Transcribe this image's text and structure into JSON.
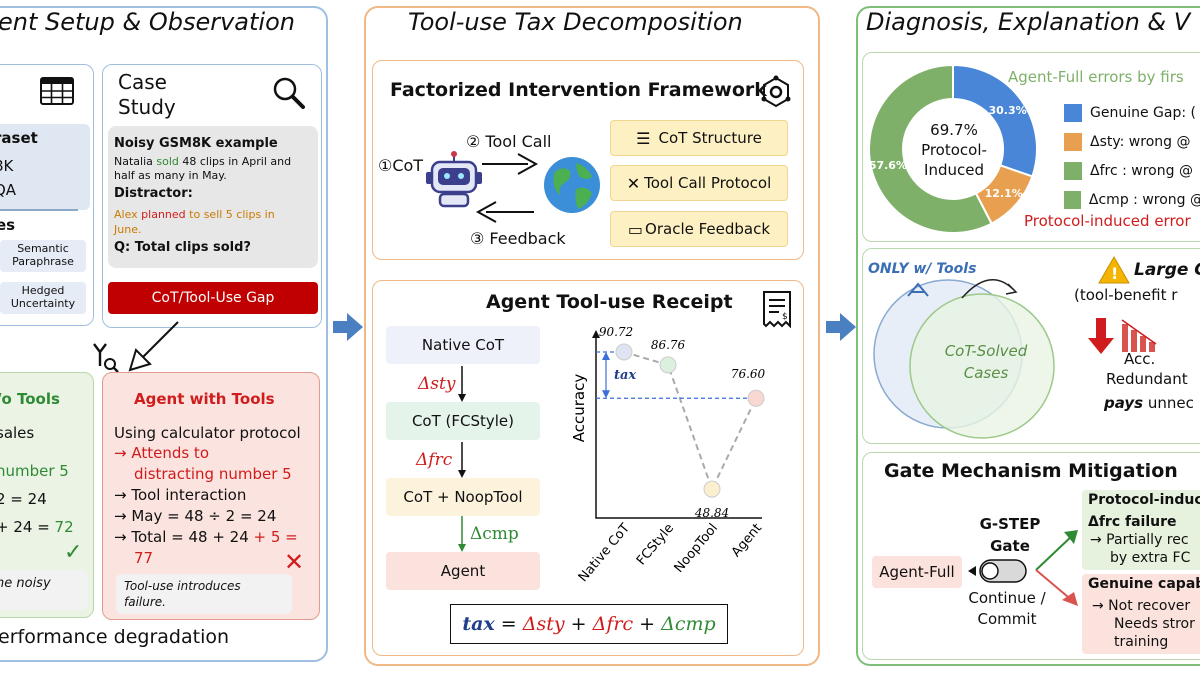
{
  "left": {
    "title": "ent Setup & Observation",
    "dataset": {
      "label": "raset",
      "item1": "8K",
      "item2": "QA",
      "types_label": "es",
      "type1": "Semantic\nParaphrase",
      "type2": "Hedged\nUncertainty"
    },
    "case": {
      "title": "Case\nStudy",
      "heading": "Noisy GSM8K example",
      "text_a": "Natalia ",
      "text_sold": "sold",
      "text_b": " 48 clips in April and half as many in May.",
      "distractor_label": "Distractor:",
      "distractor_pre": "Alex ",
      "distractor_planned": "planned",
      "distractor_post": " to sell 5 clips in June.",
      "question": "Q: Total clips sold?",
      "gap_label": "CoT/Tool-Use Gap"
    },
    "no_tools": {
      "title": "/o Tools",
      "line1": "sales",
      "line2": "number 5",
      "line3": "2 = 24",
      "line4_pre": "+ 24 = ",
      "line4_val": "72",
      "note": "he noisy",
      "check": "✓"
    },
    "with_tools": {
      "title": "Agent with Tools",
      "line1": "Using calculator protocol",
      "line2": "→ Attends to",
      "line3": "distracting number 5",
      "line4": "→ Tool interaction",
      "line5": "→ May = 48 ÷ 2 = 24",
      "line6_pre": "→ Total = 48 + 24 ",
      "line6_red": "+ 5 =",
      "line7": "77",
      "note": "Tool-use introduces\nfailure.",
      "cross": "✕"
    },
    "footer": "erformance degradation"
  },
  "middle": {
    "title": "Tool-use Tax Decomposition",
    "framework": {
      "title": "Factorized Intervention Framework",
      "cot": "①CoT",
      "toolcall": "② Tool Call",
      "feedback": "③ Feedback",
      "tag1": "CoT Structure",
      "tag2": "Tool Call Protocol",
      "tag3": "Oracle Feedback"
    },
    "receipt": {
      "title": "Agent Tool-use Receipt",
      "steps": [
        "Native CoT",
        "CoT (FCStyle)",
        "CoT + NoopTool",
        "Agent"
      ],
      "deltas": [
        "Δsty",
        "Δfrc",
        "Δcmp"
      ],
      "tax_label": "tax",
      "formula": {
        "tax": "tax",
        "eq": " = ",
        "sty": "Δsty",
        "plus1": " + ",
        "frc": "Δfrc",
        "plus2": " + ",
        "cmp": "Δcmp"
      }
    }
  },
  "right": {
    "title": "Diagnosis, Explanation & V",
    "donut": {
      "legend_title": "Agent-Full errors by firs",
      "center": "69.7%\nProtocol-\nInduced",
      "slices": [
        {
          "label": "30.3%",
          "value": 30.3,
          "color": "#4a86d8"
        },
        {
          "label": "12.1%",
          "value": 12.1,
          "color": "#e8a050"
        },
        {
          "label": "57.6%",
          "value": 57.6,
          "color": "#7fb06a"
        }
      ],
      "legend": [
        "Genuine Gap: (",
        "Δsty: wrong @",
        "Δfrc : wrong @",
        "Δcmp : wrong @"
      ],
      "protocol_note": "Protocol-induced error"
    },
    "venn": {
      "only_tools": "ONLY w/ Tools",
      "cot_solved": "CoT-Solved\nCases",
      "large": "Large C",
      "benefit": "(tool-benefit r",
      "acc": "Acc.",
      "redundant": "Redundant",
      "pays_b": "pays",
      "pays_rest": " unnec"
    },
    "gate": {
      "title": "Gate Mechanism Mitigation",
      "agent_full": "Agent-Full",
      "gstep": "G-STEP\nGate",
      "continue": "Continue /\nCommit",
      "proto_title": "Protocol-induc",
      "frc": "Δfrc failure",
      "proto_l1": "→ Partially rec",
      "proto_l2": "by extra FC",
      "genuine_title": "Genuine capabi",
      "gen_l1": "→ Not recover",
      "gen_l2": "Needs stror",
      "gen_l3": "training"
    }
  },
  "chart_data": {
    "type": "line",
    "categories": [
      "Native CoT",
      "FCStyle",
      "NoopTool",
      "Agent"
    ],
    "values": [
      90.72,
      86.76,
      48.84,
      76.6
    ],
    "labels": [
      "90.72",
      "86.76",
      "48.84",
      "76.60"
    ],
    "ylabel": "Accuracy",
    "ylim": [
      40,
      95
    ]
  }
}
